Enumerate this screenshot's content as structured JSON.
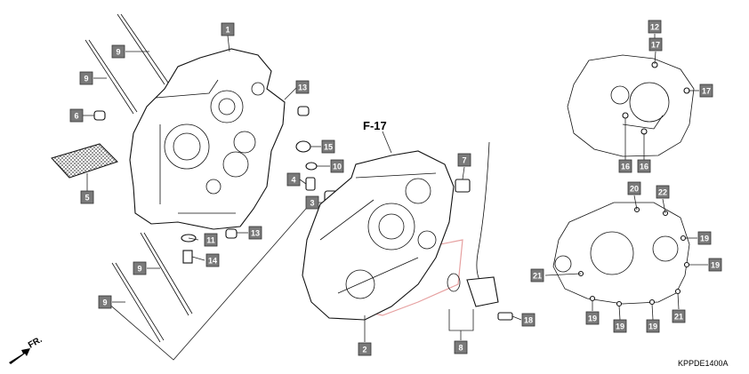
{
  "section_ref": "F-17",
  "diagram_code": "KPPDE1400A",
  "direction_label": "FR.",
  "callout_labels": [
    "1",
    "9",
    "9",
    "6",
    "5",
    "13",
    "15",
    "10",
    "4",
    "3",
    "11",
    "13",
    "14",
    "9",
    "9",
    "F17",
    "7",
    "2",
    "8",
    "18",
    "12",
    "17",
    "17",
    "16",
    "16",
    "20",
    "22",
    "19",
    "19",
    "21",
    "19",
    "19",
    "19",
    "21"
  ]
}
